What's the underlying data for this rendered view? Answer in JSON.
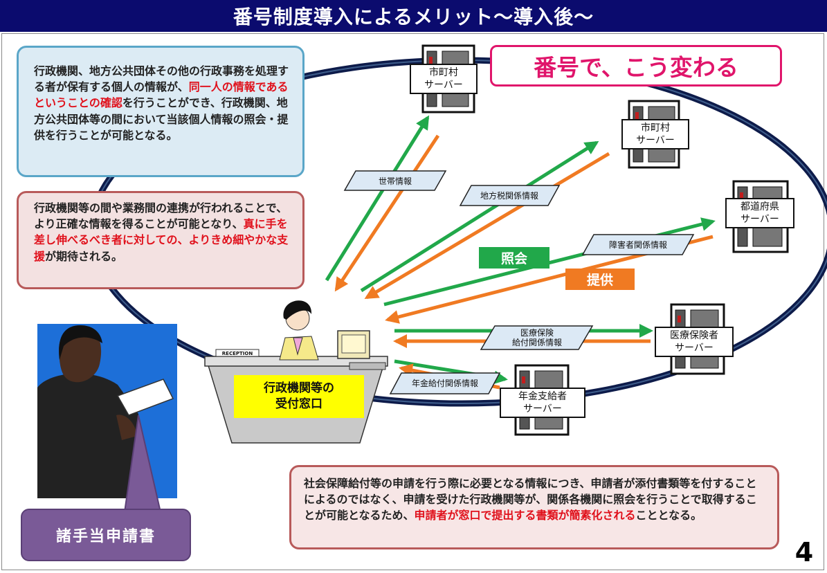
{
  "title": "番号制度導入によるメリット～導入後～",
  "headline": "番号で、こう変わる",
  "top_box": {
    "p1": "行政機関、地方公共団体その他の行政事務を処理する者が保有する個人の情報が、",
    "highlight": "同一人の情報であるということの確認",
    "p2": "を行うことができ、行政機関、地方公共団体等の間において当該個人情報の照会・提供を行うことが可能となる。"
  },
  "mid_box": {
    "p1": "行政機関等の間や業務間の連携が行われることで、より正確な情報を得ることが可能となり、",
    "highlight": "真に手を差し伸べるべき者に対しての、よりきめ細やかな支援",
    "p2": "が期待される。"
  },
  "bottom_box": {
    "p1": "社会保障給付等の申請を行う際に必要となる情報につき、申請者が添付書類等を付することによるのではなく、申請を受けた行政機関等が、関係各機関に照会を行うことで取得することが可能となるため、",
    "highlight": "申請者が窓口で提出する書類が簡素化される",
    "p2": "こととなる。"
  },
  "servers": [
    {
      "line1": "市町村",
      "line2": "サーバー"
    },
    {
      "line1": "市町村",
      "line2": "サーバー"
    },
    {
      "line1": "都道府県",
      "line2": "サーバー"
    },
    {
      "line1": "医療保険者",
      "line2": "サーバー"
    },
    {
      "line1": "年金支給者",
      "line2": "サーバー"
    }
  ],
  "info_labels": [
    {
      "line1": "世帯情報",
      "line2": ""
    },
    {
      "line1": "地方税関係情報",
      "line2": ""
    },
    {
      "line1": "障害者関係情報",
      "line2": ""
    },
    {
      "line1": "医療保険",
      "line2": "給付関係情報"
    },
    {
      "line1": "年金給付関係情報",
      "line2": ""
    }
  ],
  "tags": {
    "inquiry": "照会",
    "provide": "提供"
  },
  "reception": {
    "line1": "行政機関等の",
    "line2": "受付窓口"
  },
  "desk_sign": "RECEPTION",
  "document": "諸手当申請書",
  "page_number": "4",
  "colors": {
    "header_bg": "#0b0b6e",
    "ring": "#0d1b4a",
    "inquiry_green": "#21a84a",
    "provide_orange": "#f07a22",
    "highlight_red": "#e0101b",
    "pill_pink": "#e0156b",
    "person_bg": "#1d6fd8",
    "doc_purple": "#7a5a97"
  }
}
